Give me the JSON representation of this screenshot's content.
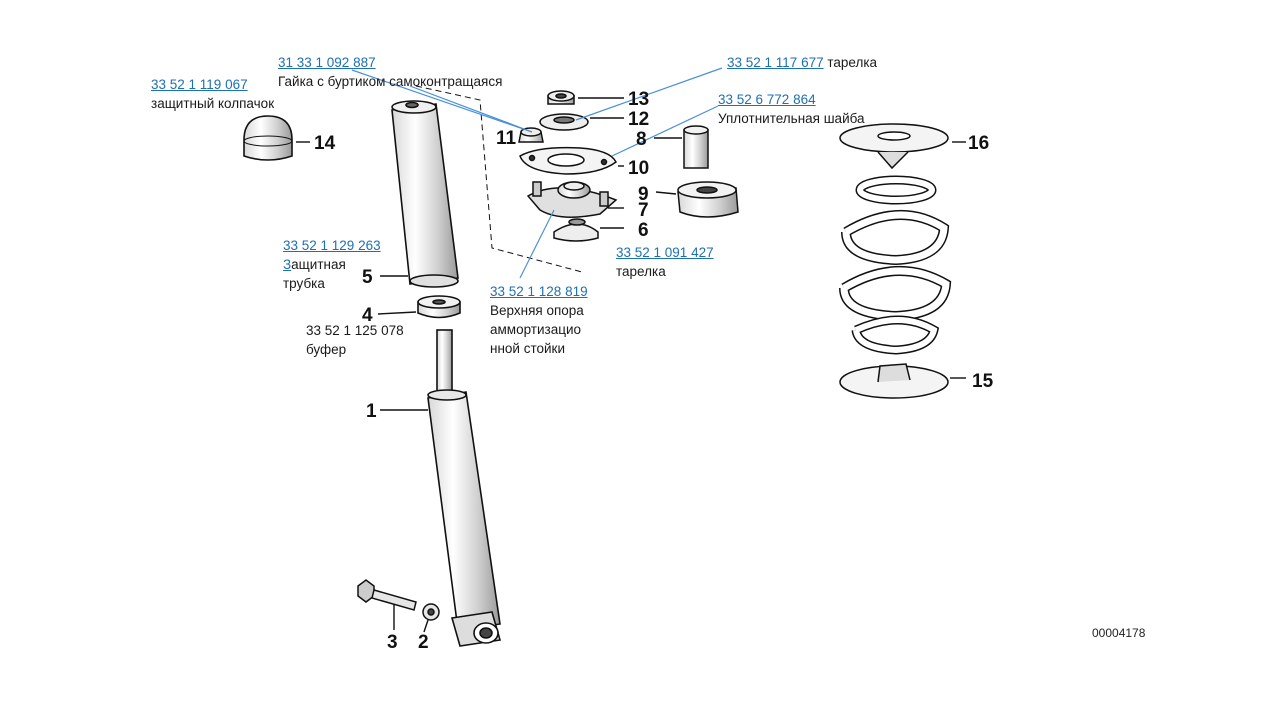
{
  "callouts": {
    "c1": "1",
    "c2": "2",
    "c3": "3",
    "c4": "4",
    "c5": "5",
    "c6": "6",
    "c7": "7",
    "c8": "8",
    "c9": "9",
    "c10": "10",
    "c11": "11",
    "c12": "12",
    "c13": "13",
    "c14": "14",
    "c15": "15",
    "c16": "16"
  },
  "drawing_code": "00004178",
  "labels": {
    "cap": {
      "part_no": "33 52 1 119 067",
      "desc": "защитный колпачок"
    },
    "nut": {
      "part_no": "31 33 1 092 887",
      "desc": "Гайка с буртиком самоконтращаяся"
    },
    "plate_top": {
      "part_no": "33 52 1 117 677",
      "desc": "тарелка"
    },
    "seal_washer": {
      "part_no": "33 52 6 772 864",
      "desc": "Уплотнительная шайба"
    },
    "tube": {
      "part_no": "33 52 1 129 263",
      "desc_first": "З",
      "desc_rest": "ащитная",
      "desc2": "трубка"
    },
    "plate_lower": {
      "part_no": "33 52 1 091 427",
      "desc": "тарелка"
    },
    "mount": {
      "part_no": "33 52 1 128 819",
      "desc1": "Верхняя опора",
      "desc2": "аммортизацио",
      "desc3": "нной стойки"
    },
    "buffer": {
      "text1": "33 52 1 125 078",
      "text2": "буфер"
    }
  },
  "colors": {
    "link": "#1f6fb3",
    "leader": "#4a90d9",
    "ink": "#111111"
  }
}
